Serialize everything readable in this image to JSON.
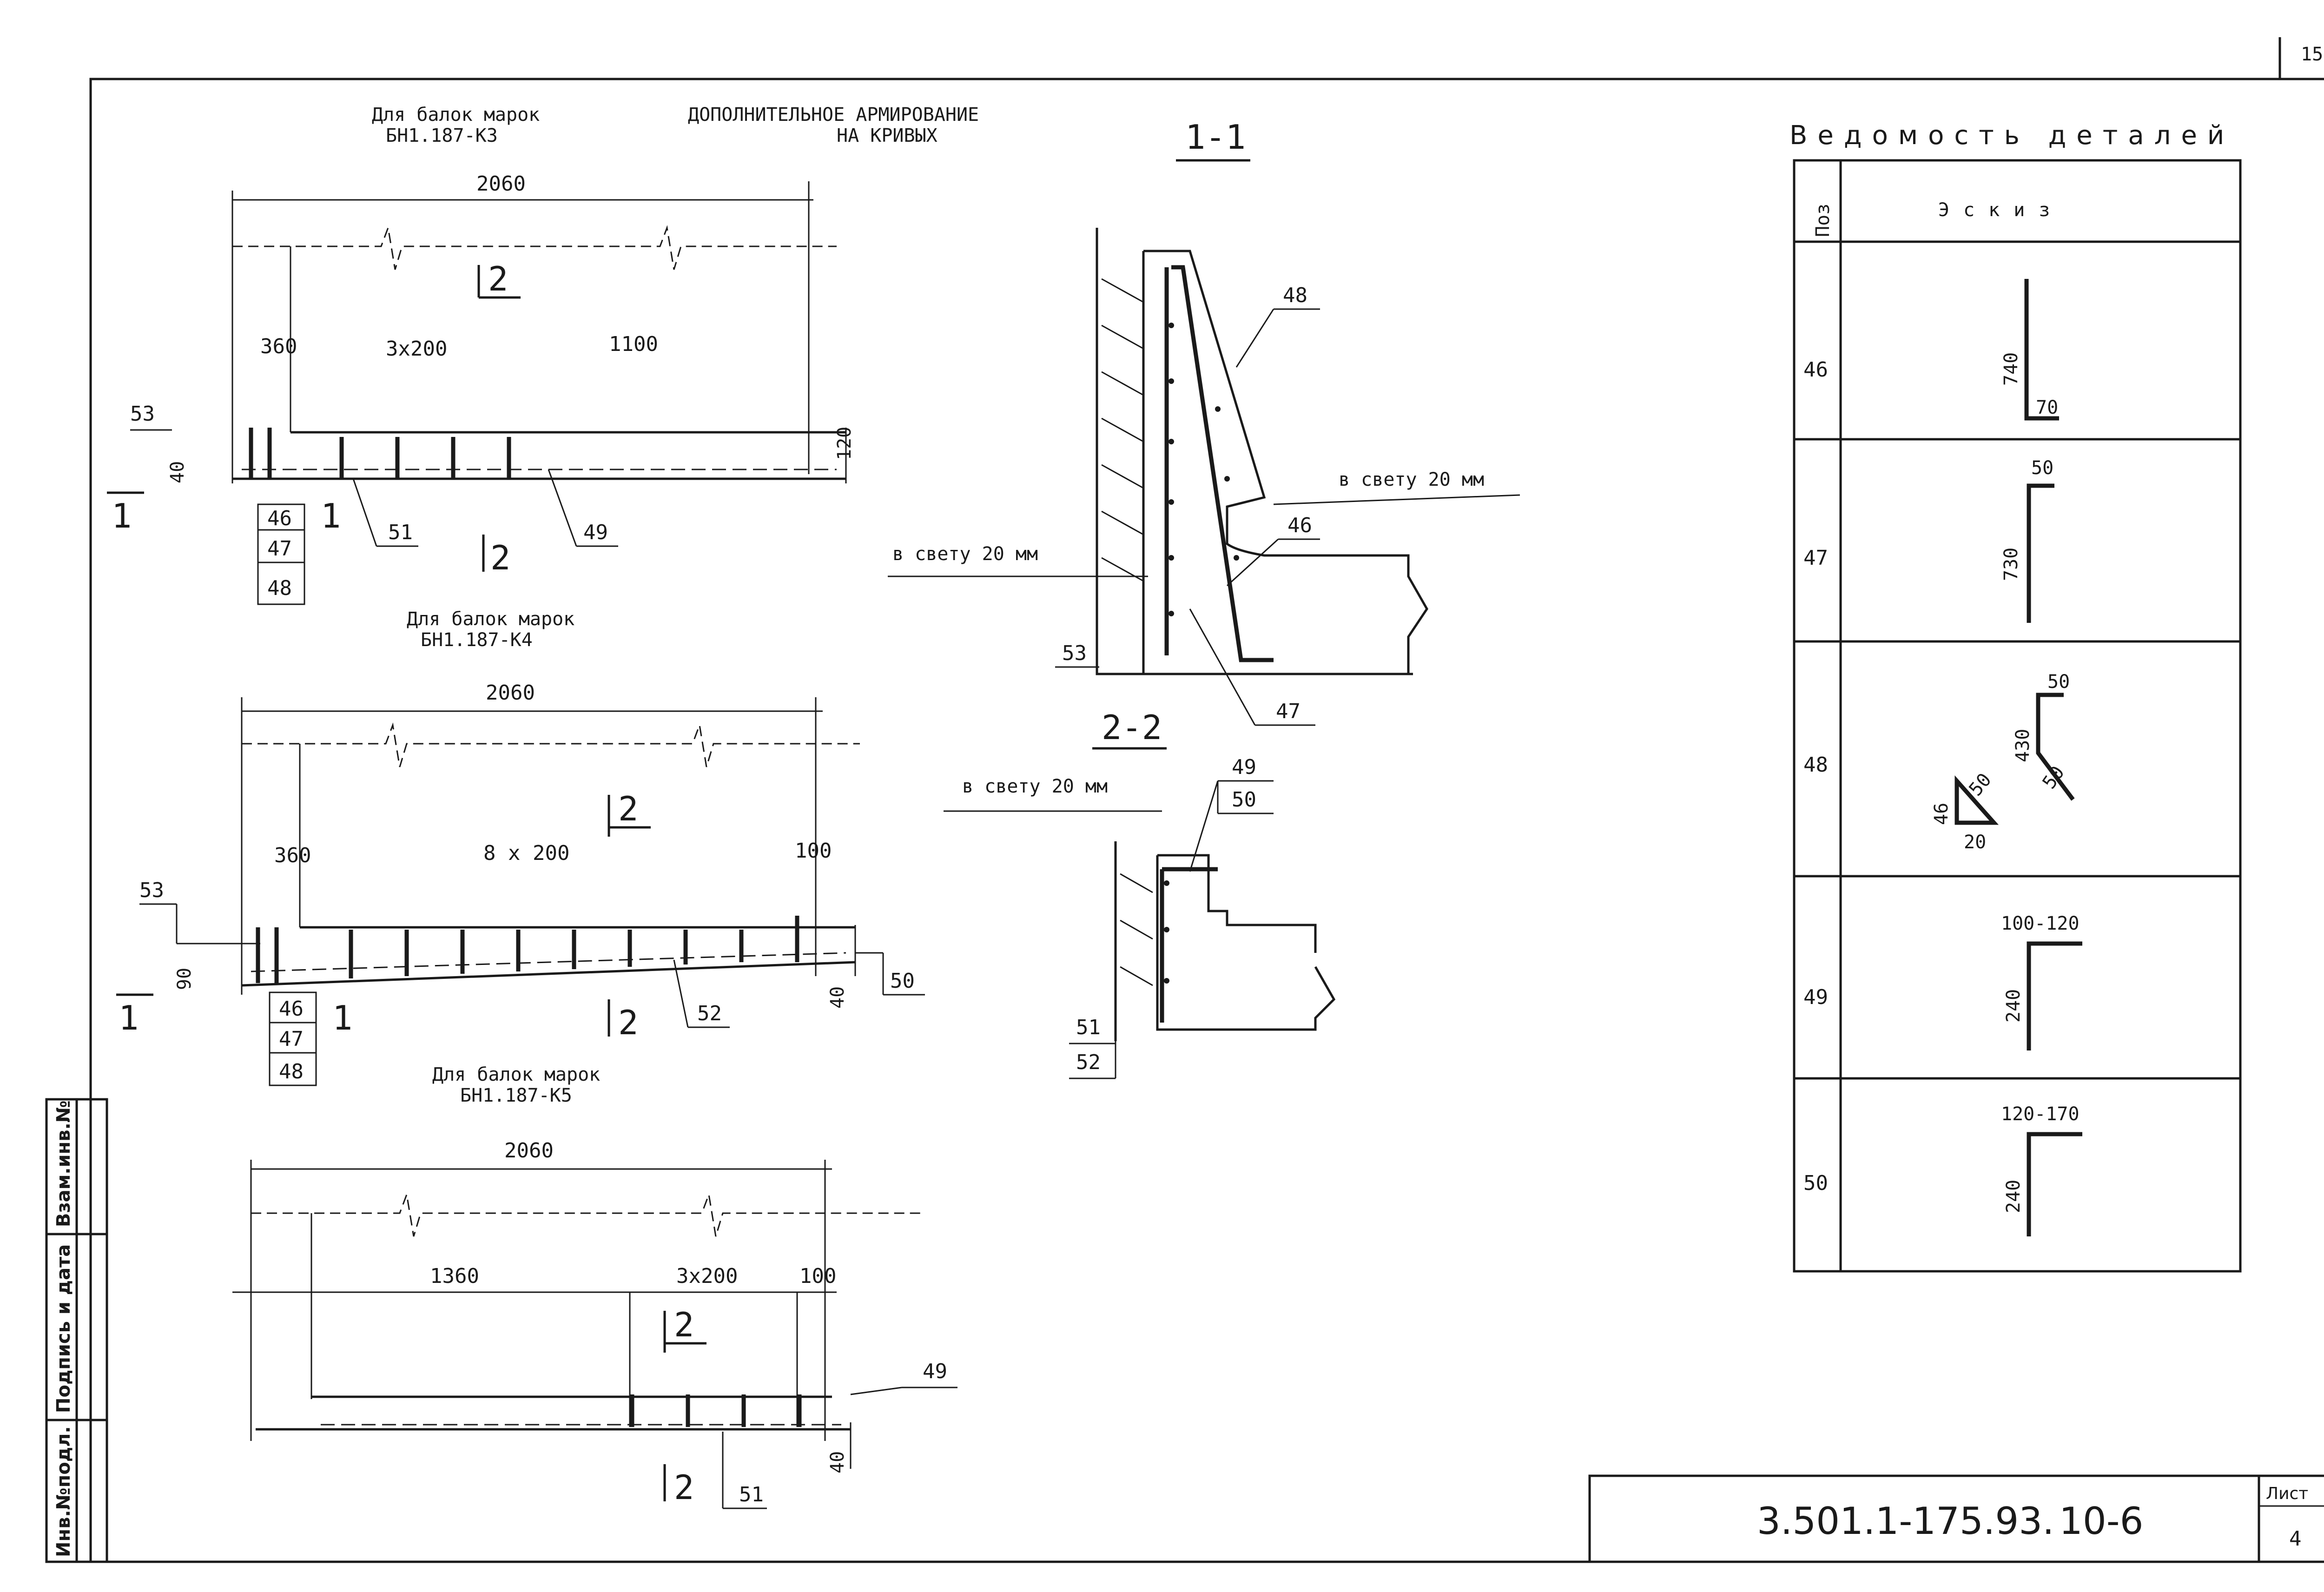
{
  "sheet_corner_number": "15",
  "main_title": {
    "line1": "ДОПОЛНИТЕЛЬНОЕ  АРМИРОВАНИЕ",
    "line2": "НА КРИВЫХ"
  },
  "beam_k3": {
    "caption1": "Для балок марок",
    "caption2": "БН1.187-К3",
    "dim_total": "2060",
    "dim_a": "360",
    "dim_b": "3x200",
    "dim_c": "1100",
    "dim_h1": "120",
    "dim_h2": "40",
    "section_1": "1",
    "section_2": "2",
    "callouts": [
      "53",
      "46",
      "47",
      "48",
      "51",
      "49"
    ]
  },
  "beam_k4": {
    "caption1": "Для балок марок",
    "caption2": "БН1.187-К4",
    "dim_total": "2060",
    "dim_a": "360",
    "dim_b": "8 x 200",
    "dim_c": "100",
    "dim_h1": "90",
    "dim_h2": "40",
    "section_1": "1",
    "section_2": "2",
    "callouts": [
      "53",
      "46",
      "47",
      "48",
      "52",
      "50"
    ]
  },
  "beam_k5": {
    "caption1": "Для балок марок",
    "caption2": "БН1.187-К5",
    "dim_total": "2060",
    "dim_a": "1360",
    "dim_b": "3x200",
    "dim_c": "100",
    "dim_h2": "40",
    "section_2": "2",
    "callouts": [
      "49",
      "51"
    ]
  },
  "section_11": {
    "title": "1-1",
    "gap_left": "в свету 20 мм",
    "gap_right": "в свету 20 мм",
    "callouts": [
      "48",
      "46",
      "53",
      "47"
    ]
  },
  "section_22": {
    "title": "2-2",
    "gap": "в свету 20 мм",
    "callouts": [
      "49",
      "50",
      "51",
      "52"
    ]
  },
  "details_table": {
    "title": "Ведомость  деталей",
    "col_pos": "Поз",
    "col_sketch": "Эскиз",
    "rows": [
      {
        "pos": "46",
        "dims": [
          "740",
          "70"
        ]
      },
      {
        "pos": "47",
        "dims": [
          "50",
          "730"
        ]
      },
      {
        "pos": "48",
        "dims": [
          "50",
          "430",
          "50",
          "46",
          "50",
          "20"
        ]
      },
      {
        "pos": "49",
        "dims": [
          "100-120",
          "240"
        ]
      },
      {
        "pos": "50",
        "dims": [
          "120-170",
          "240"
        ]
      }
    ]
  },
  "side_stamp": {
    "col1": "Инв.№подл.",
    "col2": "Подпись и дата",
    "col3": "Взам.инв.№"
  },
  "title_block": {
    "code": "3.501.1-175.93.",
    "sheet_ref": "10-6",
    "sheet_label": "Лист",
    "sheet_number": "4"
  }
}
